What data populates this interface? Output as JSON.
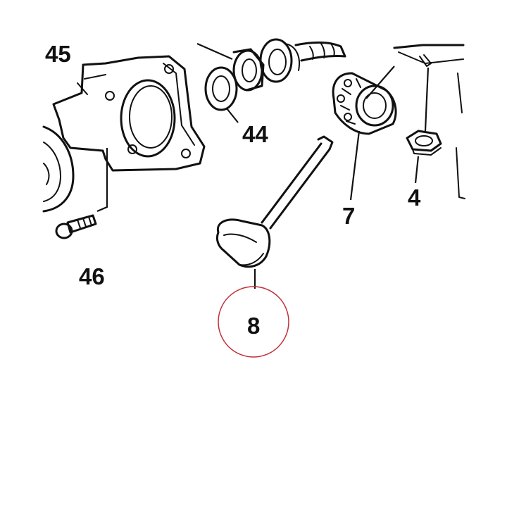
{
  "callouts": {
    "part_45": "45",
    "part_44": "44",
    "part_46": "46",
    "part_7": "7",
    "part_4": "4",
    "part_8": "8"
  },
  "highlight": {
    "target": "8",
    "color": "#c0303a"
  },
  "colors": {
    "ink": "#111111",
    "background": "#ffffff"
  }
}
